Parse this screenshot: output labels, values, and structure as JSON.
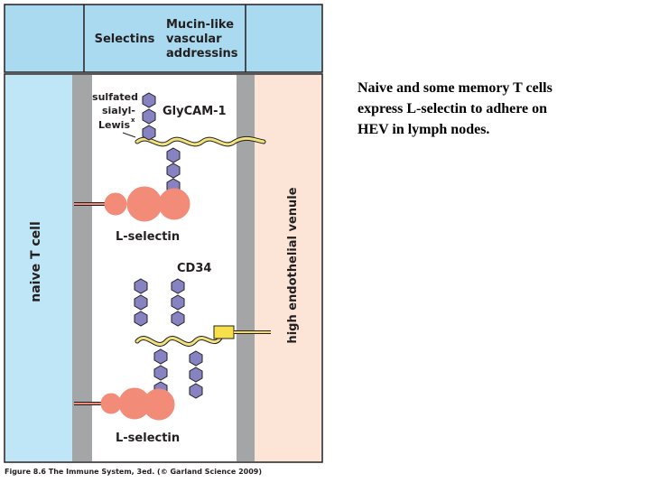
{
  "header": {
    "selectins": "Selectins",
    "mucin_line1": "Mucin-like",
    "mucin_line2": "vascular",
    "mucin_line3": "addressins"
  },
  "labels": {
    "naive_t_cell": "naive T cell",
    "hev": "high endothelial venule",
    "sulfated_line1": "sulfated",
    "sulfated_line2": "sialyl-",
    "sulfated_line3": "Lewis",
    "sulfated_superscript": "x",
    "glycam": "GlyCAM-1",
    "l_selectin_top": "L-selectin",
    "cd34": "CD34",
    "l_selectin_bottom": "L-selectin"
  },
  "figure_caption": "Figure 8.6 The Immune System, 3ed. (© Garland Science 2009)",
  "slide_caption": {
    "line1": "Naive and some memory T cells",
    "line2": "express L-selectin to adhere on",
    "line3": "HEV in lymph nodes."
  },
  "colors": {
    "header_blue": "#a9daf0",
    "tcell_blue": "#bfe6f7",
    "hev_peach": "#fce5d7",
    "membrane_gray": "#a4a5a7",
    "selectin_salmon": "#f28b78",
    "glycan_purple": "#8783c3",
    "mucin_yellow": "#f2e27c",
    "anchor_yellow": "#f7e04a"
  }
}
